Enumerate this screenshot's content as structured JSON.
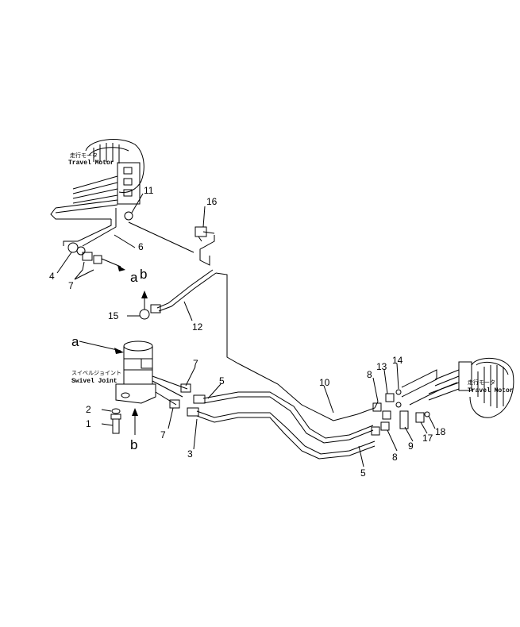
{
  "components": {
    "travel_motor_left": {
      "jp": "走行モータ",
      "en": "Travel Motor"
    },
    "travel_motor_right": {
      "jp": "走行モータ",
      "en": "Travel Motor"
    },
    "swivel_joint": {
      "jp": "スイベルジョイント",
      "en": "Swivel Joint"
    }
  },
  "part_numbers": [
    "1",
    "2",
    "3",
    "4",
    "5",
    "5",
    "6",
    "7",
    "7",
    "7",
    "8",
    "8",
    "9",
    "10",
    "11",
    "12",
    "13",
    "14",
    "15",
    "16",
    "17",
    "18"
  ],
  "view_markers": [
    "a",
    "a",
    "b",
    "b"
  ]
}
